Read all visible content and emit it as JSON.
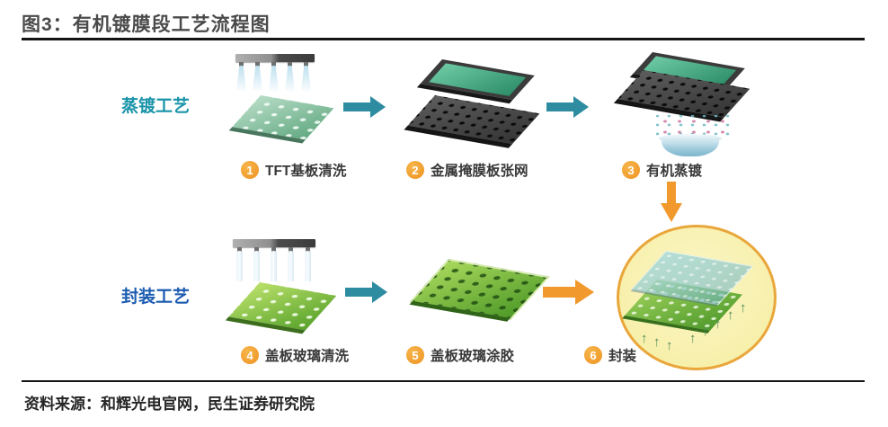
{
  "figure": {
    "title": "图3：有机镀膜段工艺流程图",
    "source": "资料来源：和辉光电官网，民生证券研究院"
  },
  "process_rows": [
    {
      "label": "蒸镀工艺",
      "label_color": "#1a94a9",
      "steps": [
        {
          "num": "1",
          "label": "TFT基板清洗"
        },
        {
          "num": "2",
          "label": "金属掩膜板张网"
        },
        {
          "num": "3",
          "label": "有机蒸镀"
        }
      ]
    },
    {
      "label": "封装工艺",
      "label_color": "#1c5cb0",
      "steps": [
        {
          "num": "4",
          "label": "盖板玻璃清洗"
        },
        {
          "num": "5",
          "label": "盖板玻璃涂胶"
        },
        {
          "num": "6",
          "label": "封装"
        }
      ]
    }
  ],
  "icons": {
    "up_arrow": "↑"
  },
  "colors": {
    "teal_arrow": "#2e8ca1",
    "orange_arrow": "#f1992d",
    "badge_orange": "#f09c2e",
    "circle_fill": "#f6eda0",
    "circle_border": "#e9a63b",
    "title_text": "#4a4a4a"
  }
}
